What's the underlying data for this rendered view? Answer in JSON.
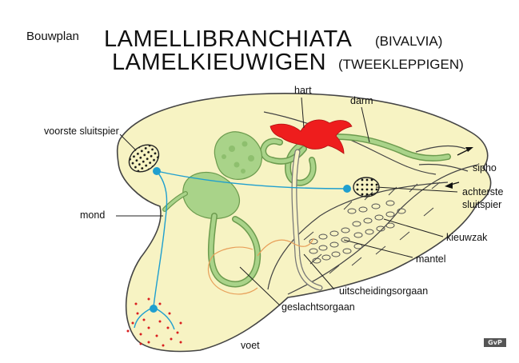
{
  "title": {
    "prefix": "Bouwplan",
    "line1_main": "LAMELLIBRANCHIATA",
    "line1_sub": "(BIVALVIA)",
    "line2_main": "LAMELKIEUWIGEN",
    "line2_sub": "(TWEEKLEPPIGEN)"
  },
  "labels": {
    "hart": "hart",
    "darm": "darm",
    "voorste_sluitspier": "voorste sluitspier",
    "sipho": "sipho",
    "achterste_sluitspier_1": "achterste",
    "achterste_sluitspier_2": "sluitspier",
    "mond": "mond",
    "kieuwzak": "kieuwzak",
    "mantel": "mantel",
    "uitscheidingsorgaan": "uitscheidingsorgaan",
    "geslachtsorgaan": "geslachtsorgaan",
    "voet": "voet"
  },
  "badge": "GvP",
  "colors": {
    "body_fill": "#f7f3c3",
    "outline": "#444444",
    "organ_green": "#a9d389",
    "organ_green_dark": "#6c9b4e",
    "heart_red": "#ee1d1d",
    "nerve_blue": "#1f9fcf",
    "gonad_orange": "#e8a05a"
  }
}
